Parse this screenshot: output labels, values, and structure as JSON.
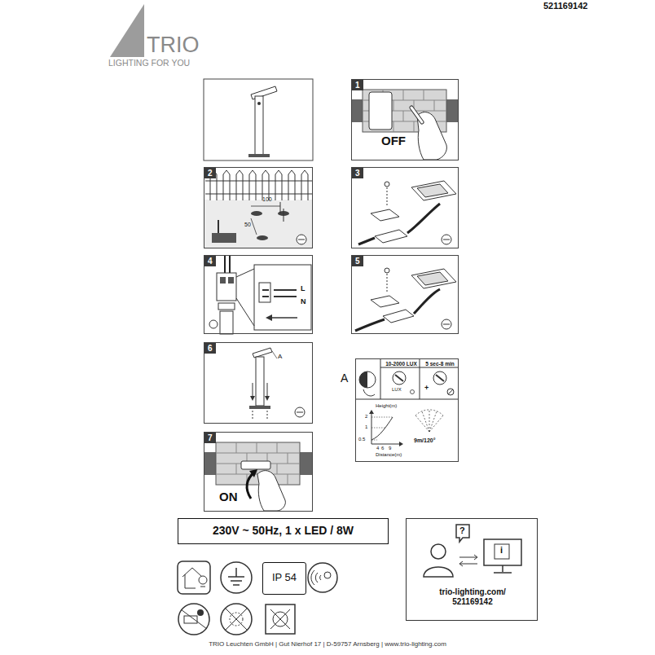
{
  "diagram": {
    "nodes": [
      {
        "text": [
          "1",
          "OFF"
        ]
      },
      {
        "text": [
          "2"
        ]
      },
      {
        "text": [
          "3"
        ]
      },
      {
        "text": [
          "4"
        ]
      },
      {
        "text": [
          "5"
        ]
      },
      {
        "text": [
          "6"
        ]
      },
      {
        "text": [
          "10-2000 LUX",
          "5 sec-8 min"
        ]
      },
      {
        "text": [
          "7",
          "ON"
        ]
      },
      {
        "text": [
          "230V ~ 50Hz, 1 x LED / 8W"
        ]
      },
      {
        "text": [
          "IP 54"
        ]
      },
      {
        "text": [
          "trio-lighting.com/ 521169142"
        ]
      }
    ],
    "labels": [
      "521169142",
      "TRIO",
      "LIGHTING FOR YOU",
      "100",
      "50",
      "L",
      "N",
      "A",
      "A",
      "LUX",
      "+",
      "Height(m)",
      "2",
      "1",
      "0.5",
      "4",
      "6",
      "9",
      "Distance(m)",
      "9m/120°",
      "?",
      "i",
      "TRIO Leuchten GmbH | Gut Nierhof 17 | D-59757 Arnsberg | www.trio-lighting.com"
    ]
  }
}
